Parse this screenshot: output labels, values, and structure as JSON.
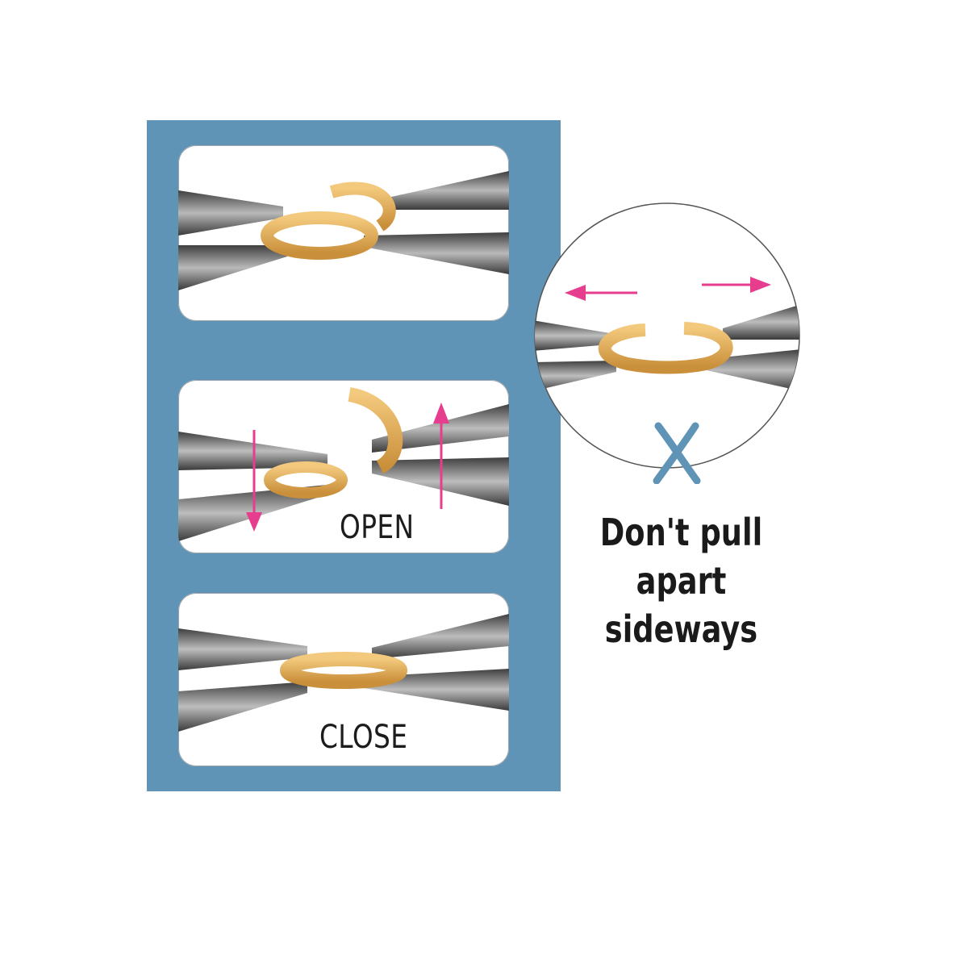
{
  "steps": [
    {
      "label": ""
    },
    {
      "label": "OPEN"
    },
    {
      "label": "CLOSE"
    }
  ],
  "warning": {
    "line1": "Don't pull",
    "line2": "apart sideways",
    "symbol": "x-mark"
  },
  "colors": {
    "panel": "#5f94b6",
    "ring": "#e8b35e",
    "arrow": "#e63d8f",
    "x_mark": "#5f94b6",
    "pliers": "#6b6b6b"
  }
}
